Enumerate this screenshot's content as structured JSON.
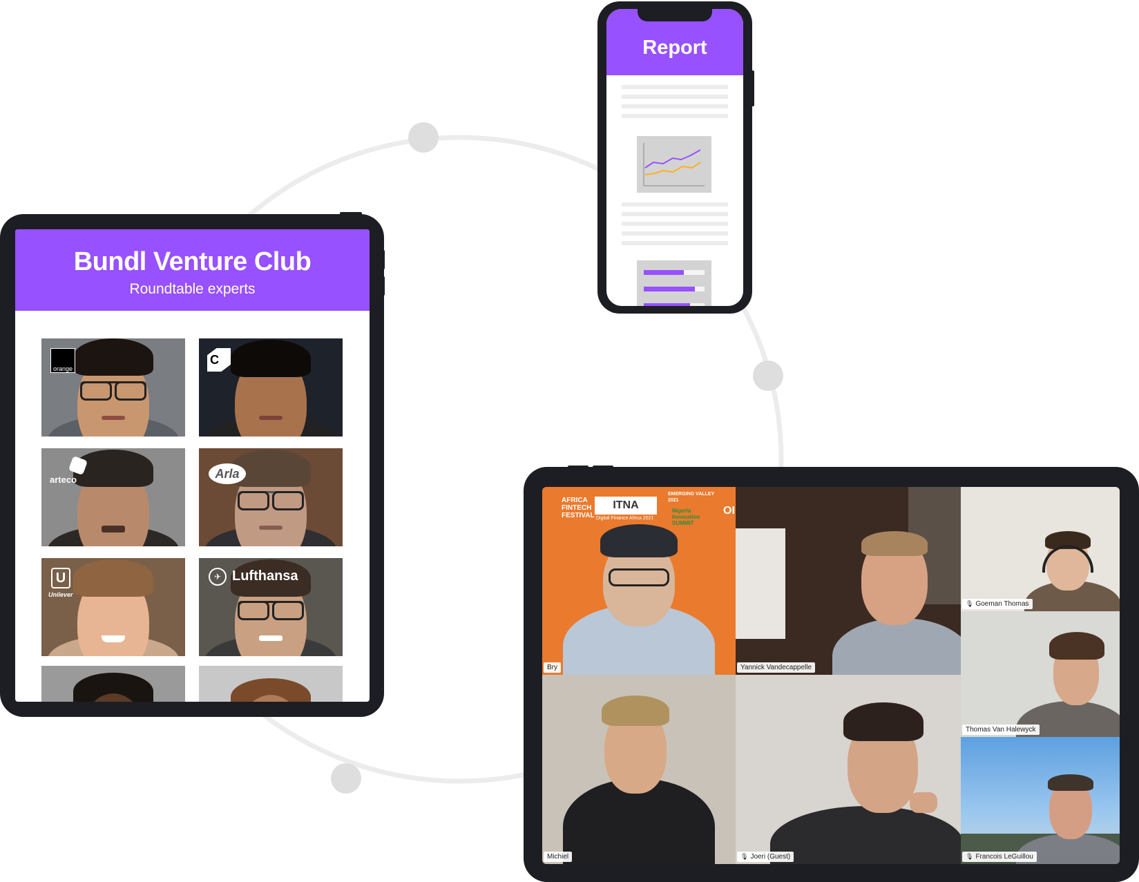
{
  "club": {
    "title": "Bundl Venture Club",
    "subtitle": "Roundtable experts",
    "experts": [
      {
        "company": "orange"
      },
      {
        "company": "C"
      },
      {
        "company": "arteco"
      },
      {
        "company": "Arla"
      },
      {
        "company": "Unilever"
      },
      {
        "company": "Lufthansa"
      }
    ]
  },
  "report": {
    "title": "Report"
  },
  "call": {
    "banner": {
      "africa_fintech": "AFRICA FINTECH FESTIVAL",
      "itna": "ITNA",
      "digital_finance": "Digital Finance Africa 2021",
      "emerging": "EMERGING VALLEY 2021",
      "nigeria": "Nigeria Innovation SUMMIT",
      "ol": "OI"
    },
    "participants": [
      {
        "name": "Bry"
      },
      {
        "name": "Yannick Vandecappelle"
      },
      {
        "name": "Goeman Thomas"
      },
      {
        "name": "Thomas Van Halewyck"
      },
      {
        "name": "Michiel"
      },
      {
        "name": "Joeri (Guest)"
      },
      {
        "name": "Francois LeGuillou"
      }
    ]
  },
  "colors": {
    "brand_purple": "#9751ff",
    "device_frame": "#1d1e24",
    "orbit": "#ececec",
    "chart_line_a": "#9751ff",
    "chart_line_b": "#ffb020"
  }
}
